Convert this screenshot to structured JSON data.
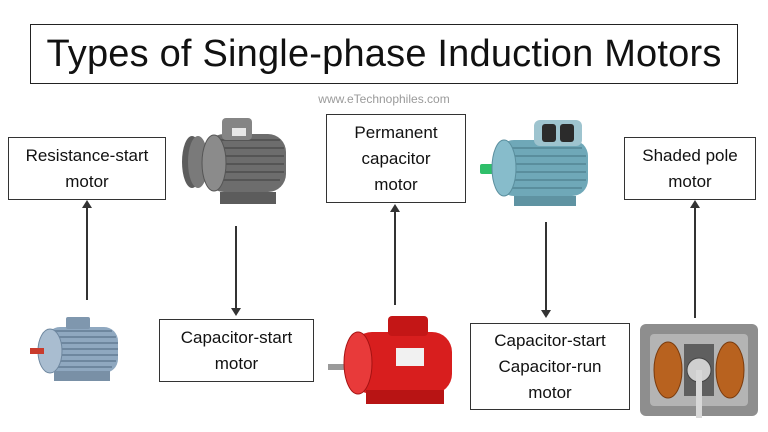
{
  "title": "Types of Single-phase Induction Motors",
  "watermark": "www.eTechnophiles.com",
  "labels": {
    "resistance_start": [
      "Resistance-start",
      "motor"
    ],
    "capacitor_start": [
      "Capacitor-start",
      "motor"
    ],
    "permanent_capacitor": [
      "Permanent",
      "capacitor",
      "motor"
    ],
    "cap_start_cap_run": [
      "Capacitor-start",
      "Capacitor-run",
      "motor"
    ],
    "shaded_pole": [
      "Shaded pole",
      "motor"
    ]
  },
  "colors": {
    "border": "#222222",
    "arrow": "#333333",
    "watermark": "#9a9a9a",
    "red_motor": "#d81e1e",
    "teal_motor": "#6fa8b8",
    "green_shaft": "#2fbf6a"
  },
  "images": [
    "resistance-start-motor-image",
    "capacitor-start-motor-image",
    "permanent-capacitor-motor-image",
    "capacitor-start-capacitor-run-motor-image",
    "shaded-pole-motor-image"
  ]
}
